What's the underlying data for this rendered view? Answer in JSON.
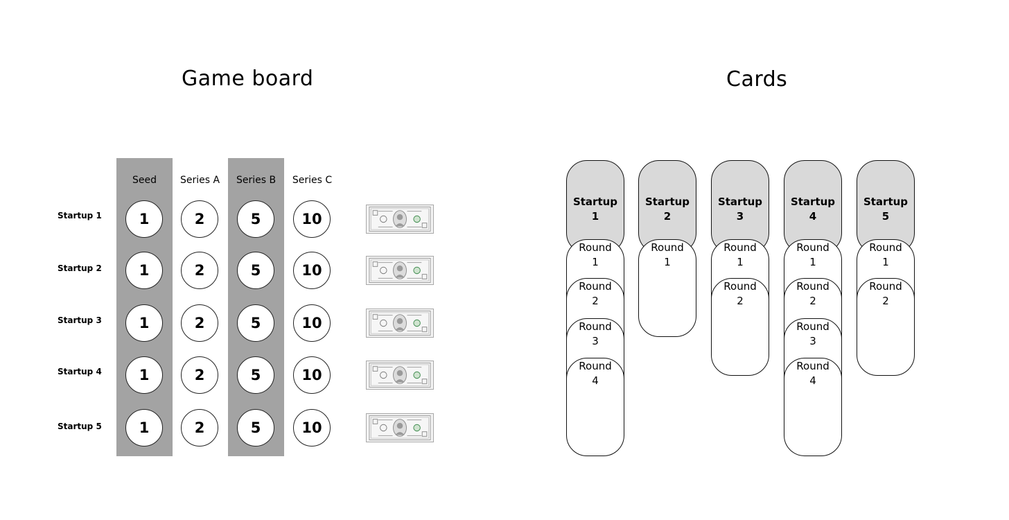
{
  "game_board": {
    "title": "Game board",
    "columns": [
      "Seed",
      "Series A",
      "Series B",
      "Series C"
    ],
    "token_values": [
      "1",
      "2",
      "5",
      "10"
    ],
    "rows": [
      "Startup 1",
      "Startup 2",
      "Startup 3",
      "Startup 4",
      "Startup 5"
    ],
    "shaded_columns": [
      "Seed",
      "Series B"
    ],
    "band_color": "#a3a3a3",
    "bill_icon": "dollar-bill-icon"
  },
  "cards": {
    "title": "Cards",
    "header_color": "#d9d9d9",
    "startups": [
      {
        "word": "Startup",
        "num": "1",
        "rounds": [
          {
            "word": "Round",
            "num": "1"
          },
          {
            "word": "Round",
            "num": "2"
          },
          {
            "word": "Round",
            "num": "3"
          },
          {
            "word": "Round",
            "num": "4"
          }
        ]
      },
      {
        "word": "Startup",
        "num": "2",
        "rounds": [
          {
            "word": "Round",
            "num": "1"
          }
        ]
      },
      {
        "word": "Startup",
        "num": "3",
        "rounds": [
          {
            "word": "Round",
            "num": "1"
          },
          {
            "word": "Round",
            "num": "2"
          }
        ]
      },
      {
        "word": "Startup",
        "num": "4",
        "rounds": [
          {
            "word": "Round",
            "num": "1"
          },
          {
            "word": "Round",
            "num": "2"
          },
          {
            "word": "Round",
            "num": "3"
          },
          {
            "word": "Round",
            "num": "4"
          }
        ]
      },
      {
        "word": "Startup",
        "num": "5",
        "rounds": [
          {
            "word": "Round",
            "num": "1"
          },
          {
            "word": "Round",
            "num": "2"
          }
        ]
      }
    ]
  }
}
